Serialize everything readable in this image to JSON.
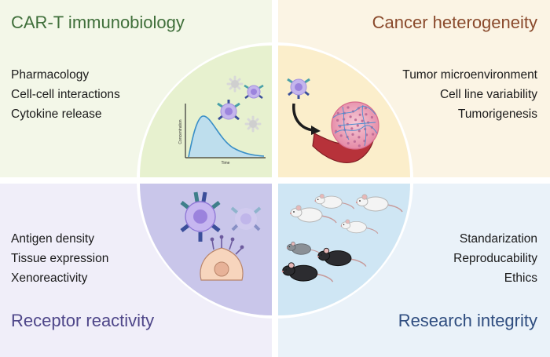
{
  "quadrants": {
    "top_left": {
      "title": "CAR-T immunobiology",
      "items": [
        "Pharmacology",
        "Cell-cell interactions",
        "Cytokine release"
      ],
      "color": "#3f6f3a"
    },
    "top_right": {
      "title": "Cancer heterogeneity",
      "items": [
        "Tumor microenvironment",
        "Cell line variability",
        "Tumorigenesis"
      ],
      "color": "#8a4a2c"
    },
    "bottom_left": {
      "title": "Receptor reactivity",
      "items": [
        "Antigen density",
        "Tissue expression",
        "Xenoreactivity"
      ],
      "color": "#4e4689"
    },
    "bottom_right": {
      "title": "Research integrity",
      "items": [
        "Standarization",
        "Reproducability",
        "Ethics"
      ],
      "color": "#2f4d7f"
    }
  },
  "pk_plot": {
    "ylabel": "Concentration",
    "xlabel": "Time"
  },
  "colors": {
    "green_wedge": "#e7f1cf",
    "orange_wedge": "#fbeecb",
    "purple_wedge": "#c9c6ea",
    "blue_wedge": "#cfe6f4",
    "curve_fill": "#b9dcf0",
    "curve_stroke": "#3a8fc7"
  }
}
